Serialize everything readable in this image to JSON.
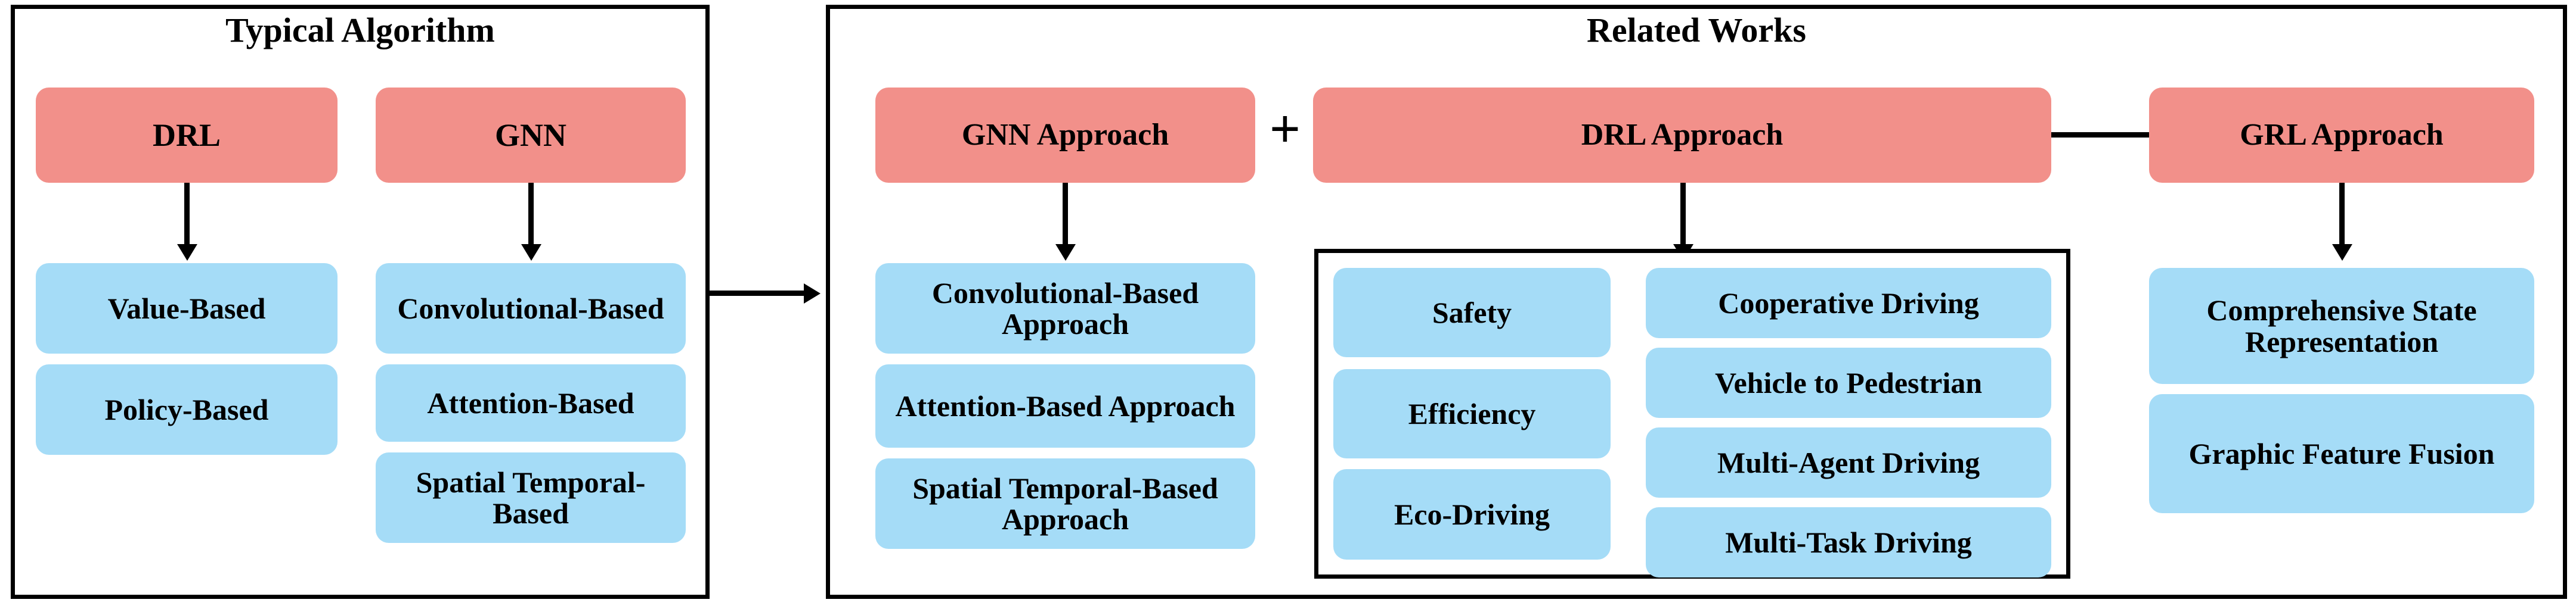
{
  "figure": {
    "background_color": "#FFFFFF",
    "pink_color": "#F2908A",
    "blue_color": "#A5DCF7",
    "border_color": "#000000"
  },
  "left_panel": {
    "title": "Typical Algorithm",
    "columns": [
      {
        "head": "DRL",
        "children": [
          "Value-Based",
          "Policy-Based"
        ]
      },
      {
        "head": "GNN",
        "children": [
          "Convolutional-Based",
          "Attention-Based",
          "Spatial Temporal-Based"
        ]
      }
    ]
  },
  "right_panel": {
    "title": "Related Works",
    "operator": "+",
    "gnn_group": {
      "head": "GNN Approach",
      "children": [
        "Convolutional-Based Approach",
        "Attention-Based Approach",
        "Spatial Temporal-Based Approach"
      ]
    },
    "drl_group": {
      "head": "DRL Approach",
      "left_children": [
        "Safety",
        "Efficiency",
        "Eco-Driving"
      ],
      "right_children": [
        "Cooperative Driving",
        "Vehicle to Pedestrian",
        "Multi-Agent Driving",
        "Multi-Task Driving"
      ]
    },
    "grl_group": {
      "head": "GRL Approach",
      "children": [
        "Comprehensive State Representation",
        "Graphic Feature Fusion"
      ]
    }
  }
}
